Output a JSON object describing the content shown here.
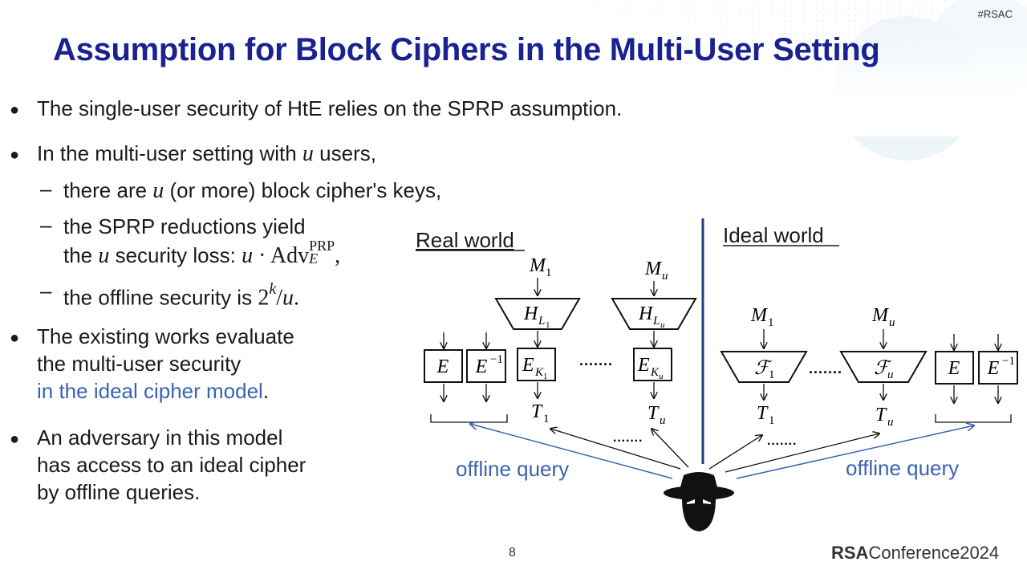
{
  "header": {
    "tag": "#RSAC",
    "title": "Assumption for Block Ciphers in the Multi-User Setting"
  },
  "bullets": {
    "b1": "The single-user security of HtE relies on the SPRP assumption.",
    "b2_pre": "In the multi-user setting with ",
    "b2_var": "u",
    "b2_post": " users,",
    "s1_pre": "there are ",
    "s1_var": "u",
    "s1_post": " (or more) block cipher's keys,",
    "s2_line1": "the SPRP reductions yield",
    "s2_pre": "the ",
    "s2_var": "u",
    "s2_mid": " security loss: ",
    "s2_math_u": "u",
    "s2_dot": " · Adv",
    "s2_sup": "PRP",
    "s2_sub": "E",
    "s2_end": ",",
    "s3_pre": "the offline security is ",
    "s3_base": "2",
    "s3_exp": "k",
    "s3_slash": "/",
    "s3_var": "u",
    "s3_end": ".",
    "b3_line1": "The existing works evaluate",
    "b3_line2": "the multi-user security",
    "b3_line3": "in the ideal cipher model",
    "b3_period": ".",
    "b4_line1": "An adversary in this model",
    "b4_line2": "has access to an ideal cipher",
    "b4_line3": "by offline queries."
  },
  "diagram": {
    "real_label": "Real world",
    "ideal_label": "Ideal world",
    "E": "E",
    "Einv_base": "E",
    "Einv_sup": "−1",
    "M1_base": "M",
    "M1_sub": "1",
    "Mu_base": "M",
    "Mu_sub": "u",
    "HL1_base": "H",
    "HL1_sub": "L",
    "HL1_subsub": "1",
    "HLu_base": "H",
    "HLu_sub": "L",
    "HLu_subsub": "u",
    "EK1_base": "E",
    "EK1_sub": "K",
    "EK1_subsub": "1",
    "EKu_base": "E",
    "EKu_sub": "K",
    "EKu_subsub": "u",
    "T1_base": "T",
    "T1_sub": "1",
    "Tu_base": "T",
    "Tu_sub": "u",
    "F1_base": "ℱ",
    "F1_sub": "1",
    "Fu_base": "ℱ",
    "Fu_sub": "u",
    "dots": "·······",
    "offline_left": "offline query",
    "offline_right": "offline query"
  },
  "footer": {
    "page_number": "8",
    "logo_brand": "RSA",
    "logo_text": "Conference",
    "logo_year": "2024"
  },
  "colors": {
    "title": "#1a2190",
    "link": "#3a63b0",
    "divider": "#2b3a7a"
  }
}
